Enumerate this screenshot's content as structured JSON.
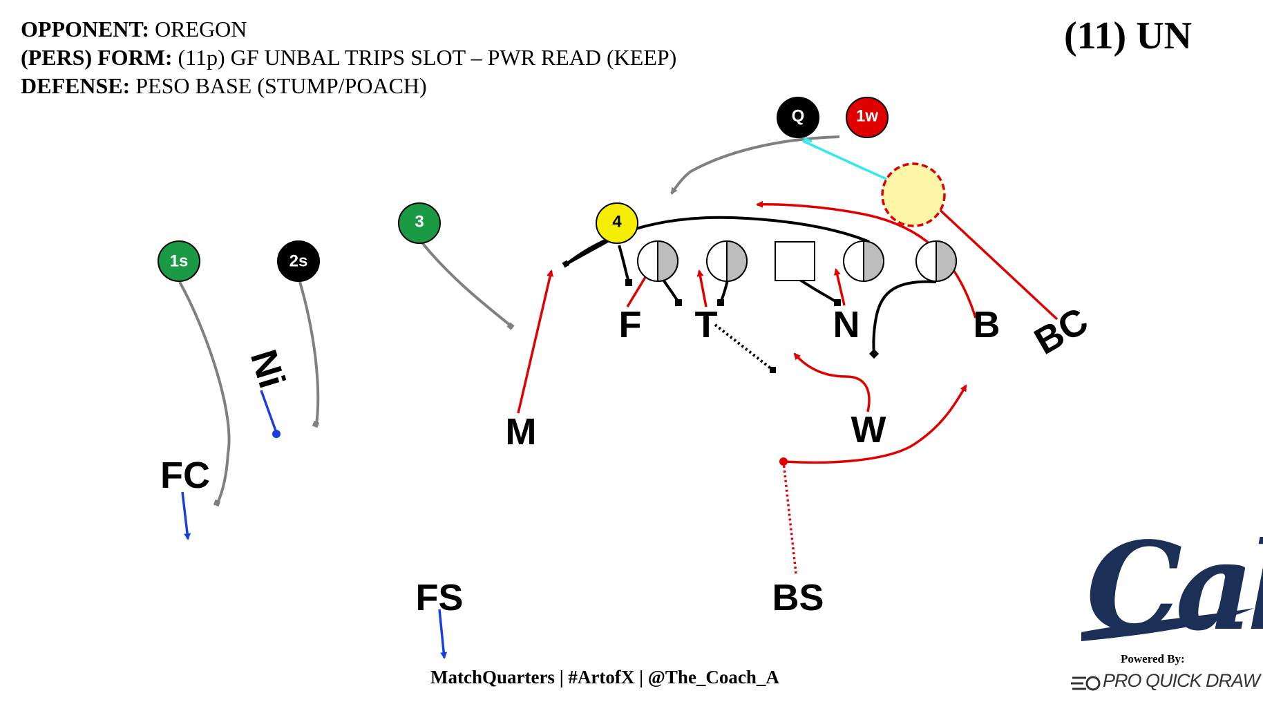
{
  "header": {
    "opponent_label": "OPPONENT:",
    "opponent_value": "OREGON",
    "formation_label": "(PERS) FORM:",
    "formation_value": "(11p) GF UNBAL TRIPS SLOT – PWR READ (KEEP)",
    "defense_label": "DEFENSE:",
    "defense_value": "PESO BASE (STUMP/POACH)"
  },
  "personnel_code": "(11) UN",
  "offense": {
    "receivers": [
      {
        "label": "1s",
        "color": "#1a9a44"
      },
      {
        "label": "2s",
        "color": "#000000"
      },
      {
        "label": "3",
        "color": "#1a9a44"
      },
      {
        "label": "4",
        "color": "#f5ee00"
      },
      {
        "label": "Q",
        "color": "#000000"
      },
      {
        "label": "1w",
        "color": "#e00000"
      }
    ]
  },
  "defense": {
    "players": [
      "Ni",
      "FC",
      "FS",
      "M",
      "F",
      "T",
      "N",
      "W",
      "B",
      "BC",
      "BS"
    ]
  },
  "colors": {
    "rush": "#e00000",
    "route": "#808080",
    "block": "#000000",
    "coverage": "#1a3fe0",
    "read": "#33e8f0",
    "ball_fill": "#fdf6a8"
  },
  "logo": {
    "text": "Cal",
    "color": "#1c2f57"
  },
  "footer": {
    "credit": "MatchQuarters | #ArtofX | @The_Coach_A",
    "powered_by": "Powered By:",
    "brand": "PRO QUICK DRAW"
  }
}
